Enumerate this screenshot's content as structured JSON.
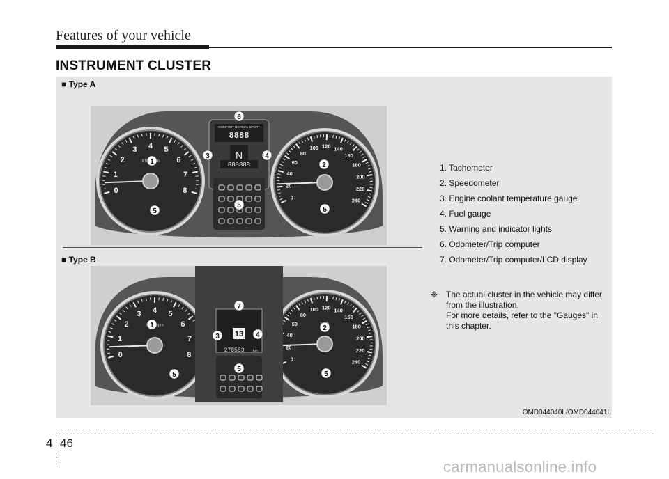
{
  "header": {
    "title": "Features of your vehicle"
  },
  "section_title": "INSTRUMENT CLUSTER",
  "type_a_label": "■ Type A",
  "type_b_label": "■ Type B",
  "legend": [
    "1. Tachometer",
    "2. Speedometer",
    "3. Engine coolant temperature gauge",
    "4. Fuel gauge",
    "5. Warning and indicator lights",
    "6. Odometer/Trip computer",
    "7. Odometer/Trip computer/LCD display"
  ],
  "note": {
    "symbol": "❈",
    "lines": [
      "The actual cluster in the vehicle may differ",
      "from the illustration.",
      "For more details, refer to the \"Gauges\" in",
      "this chapter."
    ]
  },
  "caption": "OMD044040L/OMD044041L",
  "page": {
    "chapter": "4",
    "number": "46"
  },
  "watermark": "carmanualsonline.info",
  "cluster_a": {
    "tach_unit": "X1000rpm",
    "tach_ticks": [
      "0",
      "1",
      "2",
      "3",
      "4",
      "5",
      "6",
      "7",
      "8"
    ],
    "speed_unit": "km/h",
    "speed_ticks": [
      "0",
      "20",
      "40",
      "60",
      "80",
      "100",
      "120",
      "140",
      "160",
      "180",
      "200",
      "220",
      "240"
    ],
    "lcd_modes": "COMFORT NORMAL SPORT",
    "lcd_digits": "8888",
    "lcd_odo": "888888",
    "callouts": {
      "tach": "1",
      "speed": "2",
      "temp": "3",
      "fuel": "4",
      "warn": "5",
      "odo": "6"
    }
  },
  "cluster_b": {
    "tach_unit": "X1000rpm",
    "tach_ticks": [
      "0",
      "1",
      "2",
      "3",
      "4",
      "5",
      "6",
      "7",
      "8"
    ],
    "speed_unit": "km/h",
    "speed_ticks": [
      "0",
      "20",
      "40",
      "60",
      "80",
      "100",
      "120",
      "140",
      "160",
      "180",
      "200",
      "220",
      "240"
    ],
    "lcd_gear": "13",
    "lcd_odo": "278563",
    "lcd_odo_unit": "km",
    "callouts": {
      "tach": "1",
      "speed": "2",
      "temp": "3",
      "fuel": "4",
      "warn": "5",
      "lcd": "7"
    }
  }
}
